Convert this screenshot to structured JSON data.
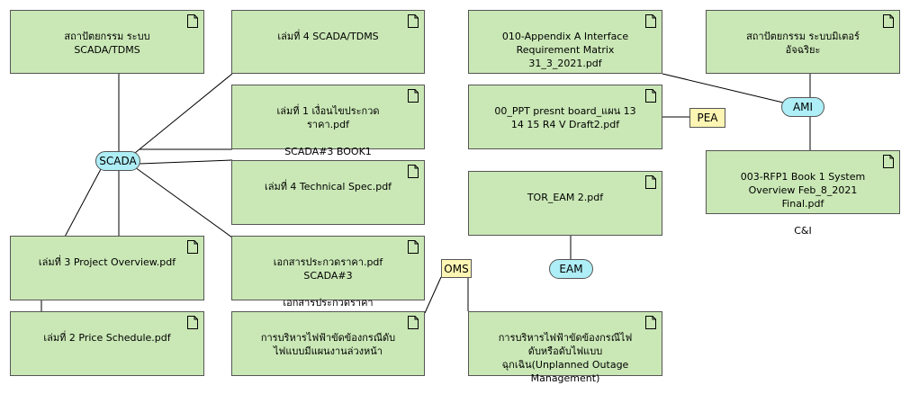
{
  "documents": [
    {
      "id": "d1",
      "text": "สถาปัตยกรรม ระบบ SCADA/TDMS",
      "icon": "document-icon"
    },
    {
      "id": "d2",
      "text": "เล่มที่ 4 SCADA/TDMS",
      "icon": "document-icon"
    },
    {
      "id": "d3",
      "text": "เล่มที่ 1 เงื่อนไขประกวดราคา.pdf\n\nSCADA#3 BOOK1",
      "icon": "document-icon"
    },
    {
      "id": "d4",
      "text": "เล่มที่ 4 Technical Spec.pdf",
      "icon": "document-icon"
    },
    {
      "id": "d5",
      "text": "เล่มที่ 3 Project Overview.pdf",
      "icon": "document-icon"
    },
    {
      "id": "d6",
      "text": "เอกสารประกวดราคา.pdf\nSCADA#3\n\nเอกสารประกวดราคา",
      "icon": "document-icon"
    },
    {
      "id": "d7",
      "text": "เล่มที่ 2 Price Schedule.pdf",
      "icon": "document-icon"
    },
    {
      "id": "d8",
      "text": "การบริหารไฟฟ้าขัดข้องกรณีดับไฟแบบมีแผนงานล่วงหน้า",
      "icon": "document-icon"
    },
    {
      "id": "d9",
      "text": "010-Appendix A Interface Requirement Matrix 31_3_2021.pdf",
      "icon": "document-icon"
    },
    {
      "id": "d10",
      "text": "00_PPT presnt board_แผน 13 14 15 R4 V Draft2.pdf",
      "icon": "document-icon"
    },
    {
      "id": "d11",
      "text": "TOR_EAM 2.pdf",
      "icon": "document-icon"
    },
    {
      "id": "d12",
      "text": "การบริหารไฟฟ้าขัดข้องกรณีไฟดับหรือดับไฟแบบฉุกเฉิน(Unplanned Outage Management)",
      "icon": "document-icon"
    },
    {
      "id": "d13",
      "text": "สถาปัตยกรรม ระบบมิเตอร์อัจฉริยะ",
      "icon": "document-icon"
    },
    {
      "id": "d14",
      "text": "003-RFP1 Book 1 System Overview Feb_8_2021 Final.pdf\n\nC&I",
      "icon": "document-icon"
    }
  ],
  "hubs": [
    {
      "id": "scada",
      "label": "SCADA"
    },
    {
      "id": "ami",
      "label": "AMI"
    },
    {
      "id": "eam",
      "label": "EAM"
    }
  ],
  "tags": [
    {
      "id": "pea",
      "label": "PEA"
    },
    {
      "id": "oms",
      "label": "OMS"
    }
  ],
  "colors": {
    "document_fill": "#cae8b6",
    "hub_fill": "#aeeef6",
    "tag_fill": "#fdf5b3",
    "border": "#555555"
  }
}
